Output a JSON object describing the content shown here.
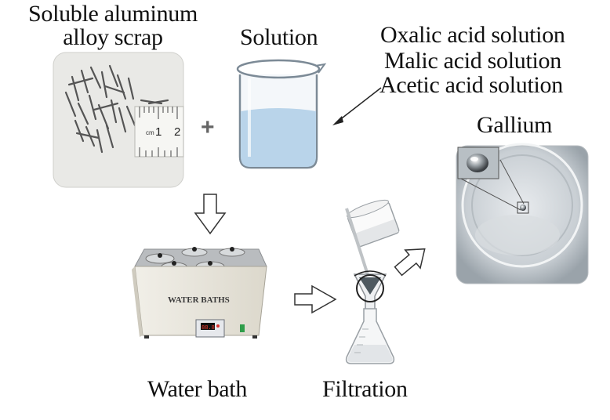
{
  "labels": {
    "scrap_line1": "Soluble aluminum",
    "scrap_line2": "alloy scrap",
    "solution": "Solution",
    "acid_oxalic": "Oxalic acid solution",
    "acid_malic": "Malic acid solution",
    "acid_acetic": "Acetic acid solution",
    "gallium": "Gallium",
    "water_bath": "Water bath",
    "filtration": "Filtration"
  },
  "equipment_text": {
    "bath_brand": "WATER BATHS",
    "ruler_unit": "cm",
    "ruler_ticks": [
      "1",
      "2"
    ],
    "panel_readout": "88.8"
  },
  "symbols": {
    "plus": "+"
  },
  "colors": {
    "solution_fill": "#b9d4ea",
    "arrow_outline": "#333333",
    "bath_body": "#e7e4db"
  }
}
